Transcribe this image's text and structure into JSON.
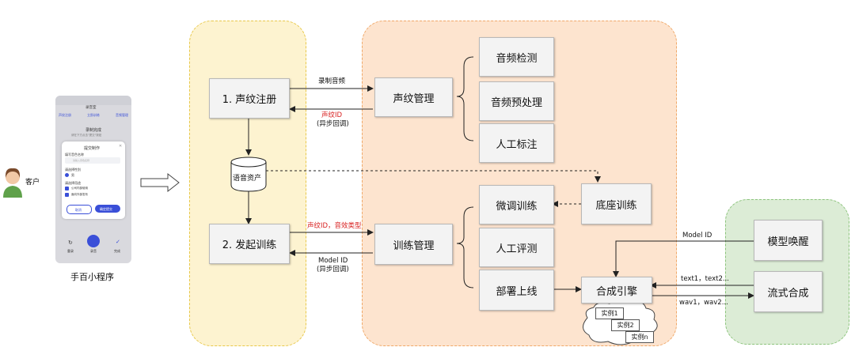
{
  "customer": {
    "label": "客户"
  },
  "mini_program": {
    "label": "手百小程序",
    "screen": {
      "nav_title": "录音室",
      "tabs": [
        "声纹注册",
        "立即训练",
        "音频管理"
      ],
      "heading": "录制完成",
      "subheading": "请在下方点击\"提交\"按钮",
      "dialog": {
        "title": "提交制作",
        "fields": [
          "填写音色名称",
          "请输入音色名称",
          "请选择性别",
          "男",
          "请选择用途",
          "公司内部使用",
          "面向外部发布"
        ],
        "cancel": "取消",
        "submit": "确定提交"
      },
      "bottom": [
        "重录",
        "录音",
        "完成"
      ]
    }
  },
  "nodes": {
    "voice_register": "1. 声纹注册",
    "start_training": "2. 发起训练",
    "voice_assets": "语音资产",
    "voice_mgmt": "声纹管理",
    "audio_check": "音频检测",
    "audio_preprocess": "音频预处理",
    "manual_label": "人工标注",
    "finetune": "微调训练",
    "base_training": "底座训练",
    "train_mgmt": "训练管理",
    "manual_eval": "人工评测",
    "deploy": "部署上线",
    "synth_engine": "合成引擎",
    "model_wakeup": "模型唤醒",
    "stream_synth": "流式合成",
    "instances": [
      "实例1",
      "实例2",
      "实例n"
    ]
  },
  "edges": {
    "record_audio": "录制音频",
    "voice_id_async_1": "声纹ID",
    "voice_id_async_2": "(异步回调)",
    "train_params": "声纹ID，音效类型",
    "model_id_async_1": "Model ID",
    "model_id_async_2": "(异步回调)",
    "model_id": "Model ID",
    "text_in": "text1，text2...",
    "wav_out": "wav1，wav2..."
  },
  "colors": {
    "zone_yellow": "#fdf3d0",
    "zone_yellow_border": "#e8c84a",
    "zone_orange": "#fde4cf",
    "zone_orange_border": "#f0a868",
    "zone_green": "#dcecd6",
    "zone_green_border": "#8cc47c",
    "red_label": "#d82020",
    "phone_accent": "#3a4fd8"
  }
}
